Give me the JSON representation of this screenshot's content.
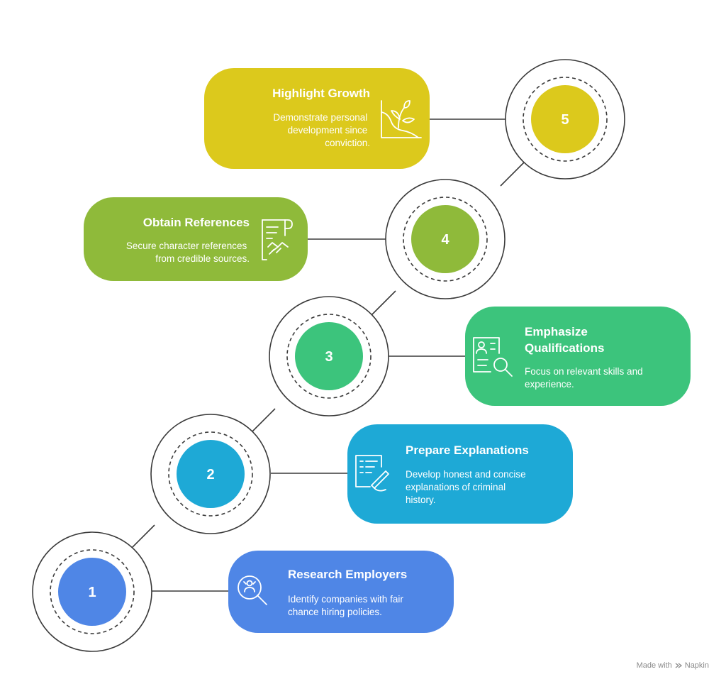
{
  "steps": [
    {
      "number": "1",
      "title": "Research Employers",
      "description": [
        "Identify companies with fair",
        "chance hiring policies."
      ],
      "color": "#4f86e6",
      "icon": "search-people-icon"
    },
    {
      "number": "2",
      "title": "Prepare Explanations",
      "description": [
        "Develop honest and concise",
        "explanations of criminal",
        "history."
      ],
      "color": "#1ea9d6",
      "icon": "document-pen-icon"
    },
    {
      "number": "3",
      "title": [
        "Emphasize",
        "Qualifications"
      ],
      "description": [
        "Focus on relevant skills and",
        "experience."
      ],
      "color": "#3cc47c",
      "icon": "resume-search-icon"
    },
    {
      "number": "4",
      "title": "Obtain References",
      "description": [
        "Secure character references",
        "from credible sources."
      ],
      "color": "#8fba3a",
      "icon": "scroll-handshake-icon"
    },
    {
      "number": "5",
      "title": "Highlight Growth",
      "description": [
        "Demonstrate personal",
        "development since",
        "conviction."
      ],
      "color": "#dcc91c",
      "icon": "plant-growth-icon"
    }
  ],
  "watermark": {
    "prefix": "Made with",
    "brand": "Napkin",
    "color": "#8a8a8a"
  }
}
